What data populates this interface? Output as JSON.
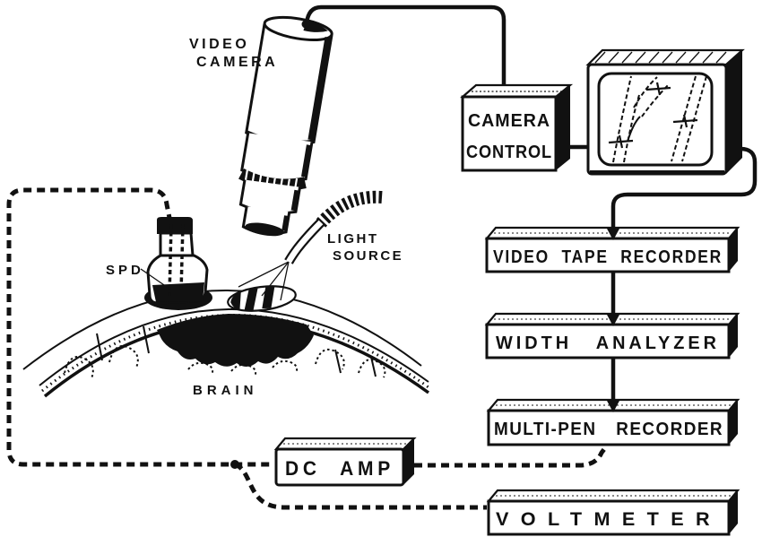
{
  "labels": {
    "video_camera_1": "VIDEO",
    "video_camera_2": "CAMERA",
    "camera_control_1": "CAMERA",
    "camera_control_2": "CONTROL",
    "spd": "SPD",
    "light_source_1": "LIGHT",
    "light_source_2": "SOURCE",
    "brain": "BRAIN",
    "video_tape_recorder": "VIDEO TAPE RECORDER",
    "width_analyzer": "WIDTH ANALYZER",
    "multi_pen_recorder": "MULTI-PEN RECORDER",
    "dc_amp": "DC AMP",
    "voltmeter": "VOLTMETER"
  },
  "colors": {
    "ink": "#111111",
    "paper": "#ffffff"
  }
}
